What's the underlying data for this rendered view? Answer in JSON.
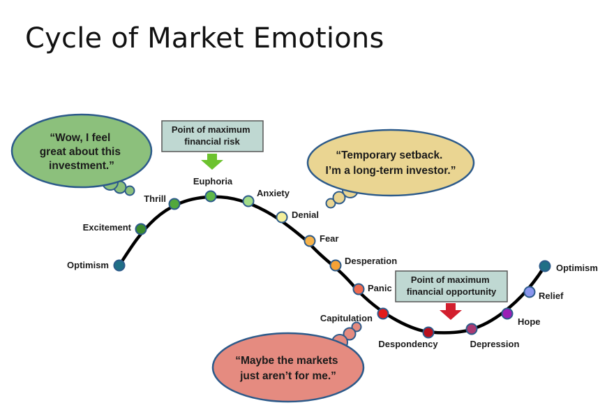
{
  "title": "Cycle of Market Emotions",
  "stages": [
    {
      "label": "Optimism",
      "color": "#1f6f86"
    },
    {
      "label": "Excitement",
      "color": "#3a8a2e"
    },
    {
      "label": "Thrill",
      "color": "#52a83c"
    },
    {
      "label": "Euphoria",
      "color": "#5fb848"
    },
    {
      "label": "Anxiety",
      "color": "#a3dc8a"
    },
    {
      "label": "Denial",
      "color": "#f3ef9c"
    },
    {
      "label": "Fear",
      "color": "#f6b24a"
    },
    {
      "label": "Desperation",
      "color": "#f5a236"
    },
    {
      "label": "Panic",
      "color": "#ef6a4f"
    },
    {
      "label": "Capitulation",
      "color": "#e21b1b"
    },
    {
      "label": "Despondency",
      "color": "#b8101e"
    },
    {
      "label": "Depression",
      "color": "#a83a72"
    },
    {
      "label": "Hope",
      "color": "#9a1fb6"
    },
    {
      "label": "Relief",
      "color": "#8a96ee"
    },
    {
      "label": "Optimism",
      "color": "#1f6f86"
    }
  ],
  "bubbles": {
    "positive": {
      "lines": [
        "“Wow, I feel",
        "great about this",
        "investment.”"
      ],
      "color": "#8cc07c"
    },
    "setback": {
      "lines": [
        "“Temporary setback.",
        "I’m a long-term investor.”"
      ],
      "color": "#ead592"
    },
    "negative": {
      "lines": [
        "“Maybe the markets",
        "just aren’t for me.”"
      ],
      "color": "#e58b80"
    }
  },
  "callouts": {
    "risk": {
      "lines": [
        "Point of maximum",
        "financial risk"
      ],
      "arrow_color": "#6cc22e"
    },
    "opportunity": {
      "lines": [
        "Point of maximum",
        "financial opportunity"
      ],
      "arrow_color": "#d21f2e"
    }
  },
  "colors": {
    "curve": "#000000",
    "callout_fill": "#bfd8d2",
    "outline": "#2c5a8a"
  }
}
